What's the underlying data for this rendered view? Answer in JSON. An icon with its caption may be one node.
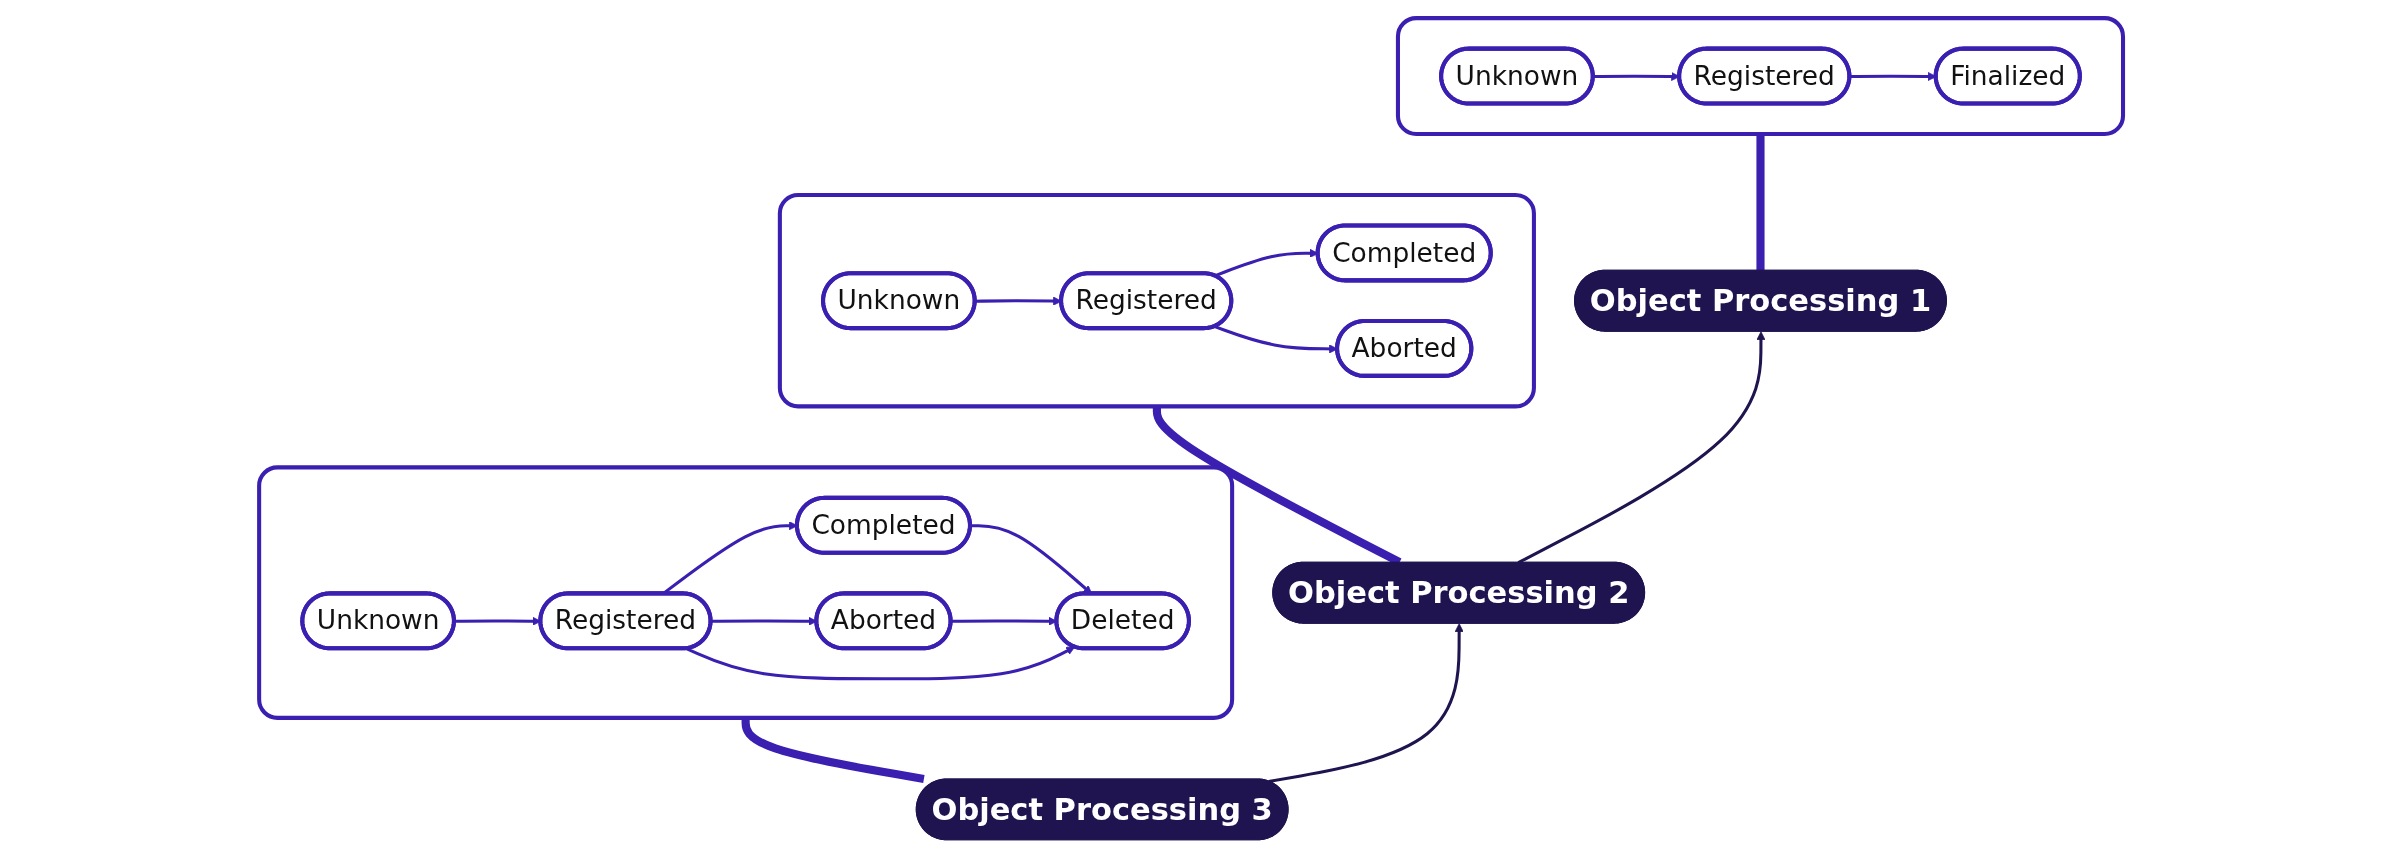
{
  "diagram": {
    "nodes": [
      {
        "text": [
          "Object Processing 1"
        ]
      },
      {
        "text": [],
        "shape": "box"
      },
      {
        "text": [
          "Unknown"
        ],
        "in": 1
      },
      {
        "text": [
          "Registered"
        ],
        "in": 1
      },
      {
        "text": [
          "Finalized"
        ],
        "in": 1
      },
      {
        "text": [
          "Object Processing 2"
        ]
      },
      {
        "text": [],
        "shape": "box"
      },
      {
        "text": [
          "Unknown"
        ],
        "in": 6
      },
      {
        "text": [
          "Registered"
        ],
        "in": 6
      },
      {
        "text": [
          "Completed"
        ],
        "in": 6
      },
      {
        "text": [
          "Aborted"
        ],
        "in": 6
      },
      {
        "text": [
          "Object Processing 3"
        ]
      },
      {
        "text": [],
        "shape": "box"
      },
      {
        "text": [
          "Unknown"
        ],
        "in": 12
      },
      {
        "text": [
          "Registered"
        ],
        "in": 12
      },
      {
        "text": [
          "Completed"
        ],
        "in": 12
      },
      {
        "text": [
          "Aborted"
        ],
        "in": 12
      },
      {
        "text": [
          "Deleted"
        ],
        "in": 12
      }
    ],
    "edges": [
      {
        "from": 0,
        "to": 1,
        "arrow": "none",
        "style": "thick"
      },
      {
        "from": 2,
        "to": 3,
        "arrow": "to"
      },
      {
        "from": 3,
        "to": 4,
        "arrow": "to"
      },
      {
        "from": 5,
        "to": 0,
        "arrow": "to",
        "color": "#1f1450"
      },
      {
        "from": 5,
        "to": 6,
        "arrow": "none",
        "style": "thick"
      },
      {
        "from": 7,
        "to": 8,
        "arrow": "to"
      },
      {
        "from": 8,
        "to": 9,
        "arrow": "to"
      },
      {
        "from": 8,
        "to": 10,
        "arrow": "to"
      },
      {
        "from": 11,
        "to": 5,
        "arrow": "to",
        "color": "#1f1450"
      },
      {
        "from": 11,
        "to": 12,
        "arrow": "none",
        "style": "thick"
      },
      {
        "from": 13,
        "to": 14,
        "arrow": "to"
      },
      {
        "from": 14,
        "to": 15,
        "arrow": "to"
      },
      {
        "from": 14,
        "to": 16,
        "arrow": "to"
      },
      {
        "from": 15,
        "to": 17,
        "arrow": "to"
      },
      {
        "from": 16,
        "to": 17,
        "arrow": "to"
      },
      {
        "from": 14,
        "to": 17,
        "arrow": "to"
      }
    ]
  }
}
